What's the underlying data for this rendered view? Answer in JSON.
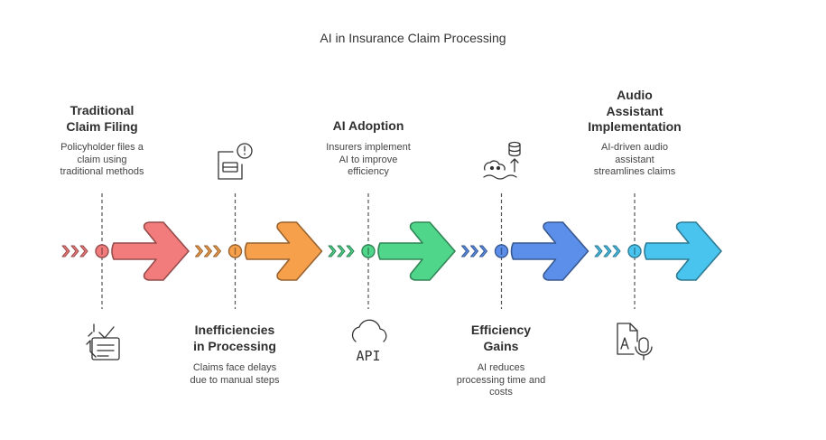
{
  "title": "AI in Insurance Claim Processing",
  "stages": [
    {
      "title": "Traditional Claim Filing",
      "title_lines": [
        "Traditional",
        "Claim Filing"
      ],
      "description_lines": [
        "Policyholder files a",
        "claim using",
        "traditional methods"
      ],
      "position": "top",
      "icon": "checklist-hand-icon",
      "color": "#f27b7b"
    },
    {
      "title": "Inefficiencies in Processing",
      "title_lines": [
        "Inefficiencies",
        "in Processing"
      ],
      "description_lines": [
        "Claims face delays",
        "due to manual steps"
      ],
      "position": "bottom",
      "icon": "document-alert-icon",
      "color": "#f7a04b"
    },
    {
      "title": "AI Adoption",
      "title_lines": [
        "AI Adoption"
      ],
      "description_lines": [
        "Insurers implement",
        "AI to improve",
        "efficiency"
      ],
      "position": "top",
      "icon": "cloud-api-icon",
      "api_label": "API",
      "color": "#4fd68a"
    },
    {
      "title": "Efficiency Gains",
      "title_lines": [
        "Efficiency",
        "Gains"
      ],
      "description_lines": [
        "AI reduces",
        "processing time and",
        "costs"
      ],
      "position": "bottom",
      "icon": "cost-growth-icon",
      "color": "#5b8fea"
    },
    {
      "title": "Audio Assistant Implementation",
      "title_lines": [
        "Audio",
        "Assistant",
        "Implementation"
      ],
      "description_lines": [
        "AI-driven audio",
        "assistant",
        "streamlines claims"
      ],
      "position": "top",
      "icon": "audio-file-icon",
      "color": "#49c4ee"
    }
  ]
}
